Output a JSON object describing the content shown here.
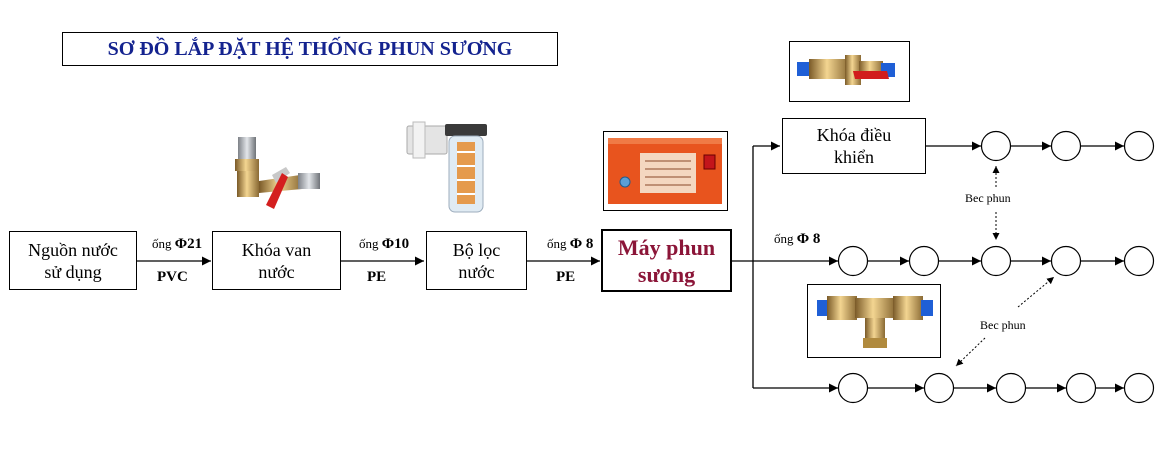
{
  "title": "SƠ ĐỒ LẮP  ĐẶT HỆ THỐNG PHUN SƯƠNG",
  "nodes": {
    "source": "Nguồn nước\nsử dụng",
    "valve": "Khóa van\nnước",
    "filter": "Bộ lọc\nnước",
    "machine": "Máy phun\nsương",
    "control": "Khóa điều\nkhiển"
  },
  "pipes": [
    {
      "prefix": "ống",
      "size": "Φ21",
      "material": "PVC"
    },
    {
      "prefix": "ống",
      "size": "Φ10",
      "material": "PE"
    },
    {
      "prefix": "ống",
      "size": "Φ 8",
      "material": "PE"
    },
    {
      "prefix": "ống",
      "size": "Φ 8",
      "material": ""
    }
  ],
  "nozzle_labels": [
    "Bec phun",
    "Bec phun"
  ],
  "colors": {
    "title": "#14238f",
    "machine_text": "#8b1538",
    "machine_body": "#e8541e"
  },
  "icons": [
    "ball-valve-icon",
    "water-filter-icon",
    "mist-pump-icon",
    "brass-valve-icon",
    "tee-fitting-icon"
  ]
}
